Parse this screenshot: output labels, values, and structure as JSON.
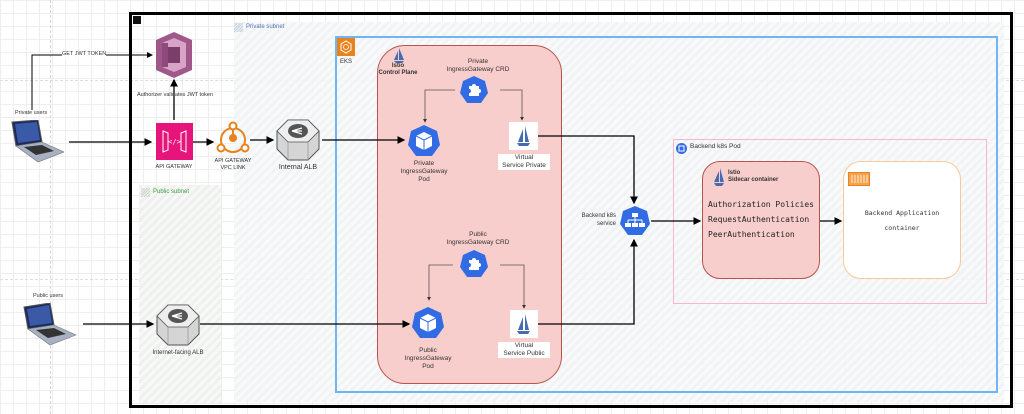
{
  "diagram": {
    "title": "Istio ingress on EKS with API Gateway JWT auth",
    "nodes": {
      "private_users": {
        "label": "Private users",
        "icon": "laptop-icon"
      },
      "public_users": {
        "label": "Public users",
        "icon": "laptop-icon"
      },
      "cognito": {
        "label": "Authorizer validates JWT token",
        "icon": "cognito-icon"
      },
      "api_gateway": {
        "label": "API GATEWAY",
        "icon": "api-gateway-icon"
      },
      "vpc_link": {
        "label_line1": "API GATEWAY",
        "label_line2": "VPC LINK",
        "icon": "vpc-link-icon"
      },
      "internal_alb": {
        "label": "Internal ALB",
        "icon": "load-balancer-icon"
      },
      "internet_alb": {
        "label": "Internet-facing ALB",
        "icon": "load-balancer-icon"
      },
      "private_subnet": {
        "label": "Private subnet"
      },
      "public_subnet": {
        "label": "Public subnet"
      },
      "eks": {
        "label": "EKS"
      },
      "istio_control_plane": {
        "label_line1": "Istio",
        "label_line2": "Control Plane"
      },
      "private_crd": {
        "label_line1": "Private",
        "label_line2": "IngressGateway CRD"
      },
      "private_pod": {
        "label_line1": "Private",
        "label_line2": "IngressGateway",
        "label_line3": "Pod"
      },
      "vs_private": {
        "label_line1": "Virtual",
        "label_line2": "Service Private"
      },
      "public_crd": {
        "label_line1": "Public",
        "label_line2": "IngressGateway CRD"
      },
      "public_pod": {
        "label_line1": "Public",
        "label_line2": "IngressGateway",
        "label_line3": "Pod"
      },
      "vs_public": {
        "label_line1": "Virtual",
        "label_line2": "Service Public"
      },
      "backend_service": {
        "label_line1": "Backend k8s",
        "label_line2": "service"
      },
      "backend_pod": {
        "label": "Backend k8s Pod"
      },
      "sidecar": {
        "label_line1": "Istio",
        "label_line2": "Sidecar container",
        "policies": [
          "Authorization Policies",
          "RequestAuthentication",
          "PeerAuthentication"
        ]
      },
      "app_container": {
        "label_line1": "Backend Application",
        "label_line2": "container"
      }
    },
    "edges": {
      "jwt_token": "GET JWT TOKEN"
    },
    "colors": {
      "istio_fill": "#f8cecc",
      "istio_stroke": "#b85450",
      "eks_border": "#6fb4f6",
      "k8s_blue": "#326ce5",
      "api_gateway_pink": "#e7157b",
      "aws_orange": "#e8821d",
      "cognito_purple": "#a0588b",
      "pod_border": "#f6b6cc",
      "app_border": "#f7c99a"
    }
  }
}
